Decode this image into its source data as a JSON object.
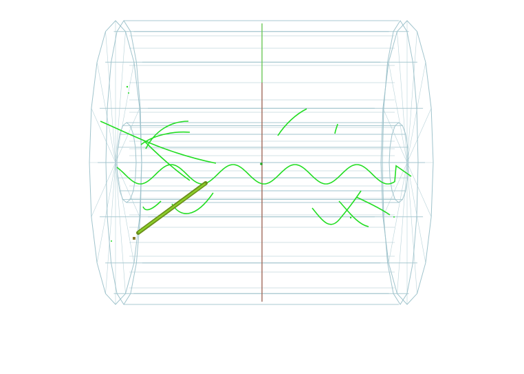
{
  "scene": {
    "kind": "event-display",
    "colors": {
      "background": "#ffffff",
      "detector_wireframe": "#9fc3cc",
      "track": "#22dd22",
      "jet": "#6b8f1a",
      "jet_core": "#8ccf2a",
      "axis": "#a06a5a"
    },
    "detector": {
      "type": "cylinder-wireframe",
      "segments": 16,
      "layers": [
        "outer",
        "inner"
      ]
    },
    "tracks": [
      {
        "id": "helix-beam",
        "type": "helix"
      },
      {
        "id": "track-left-long",
        "type": "curve"
      },
      {
        "id": "track-left-arc-1",
        "type": "curve"
      },
      {
        "id": "track-left-arc-2",
        "type": "curve"
      },
      {
        "id": "track-left-down",
        "type": "curve"
      },
      {
        "id": "track-left-low-1",
        "type": "curve"
      },
      {
        "id": "track-left-low-2",
        "type": "curve"
      },
      {
        "id": "track-top-right",
        "type": "curve"
      },
      {
        "id": "track-top-short",
        "type": "curve"
      },
      {
        "id": "track-right-v",
        "type": "curve"
      },
      {
        "id": "track-right-cross",
        "type": "curve"
      },
      {
        "id": "track-right-long",
        "type": "curve"
      }
    ],
    "jet": {
      "id": "jet-1",
      "type": "energy-deposit"
    }
  }
}
